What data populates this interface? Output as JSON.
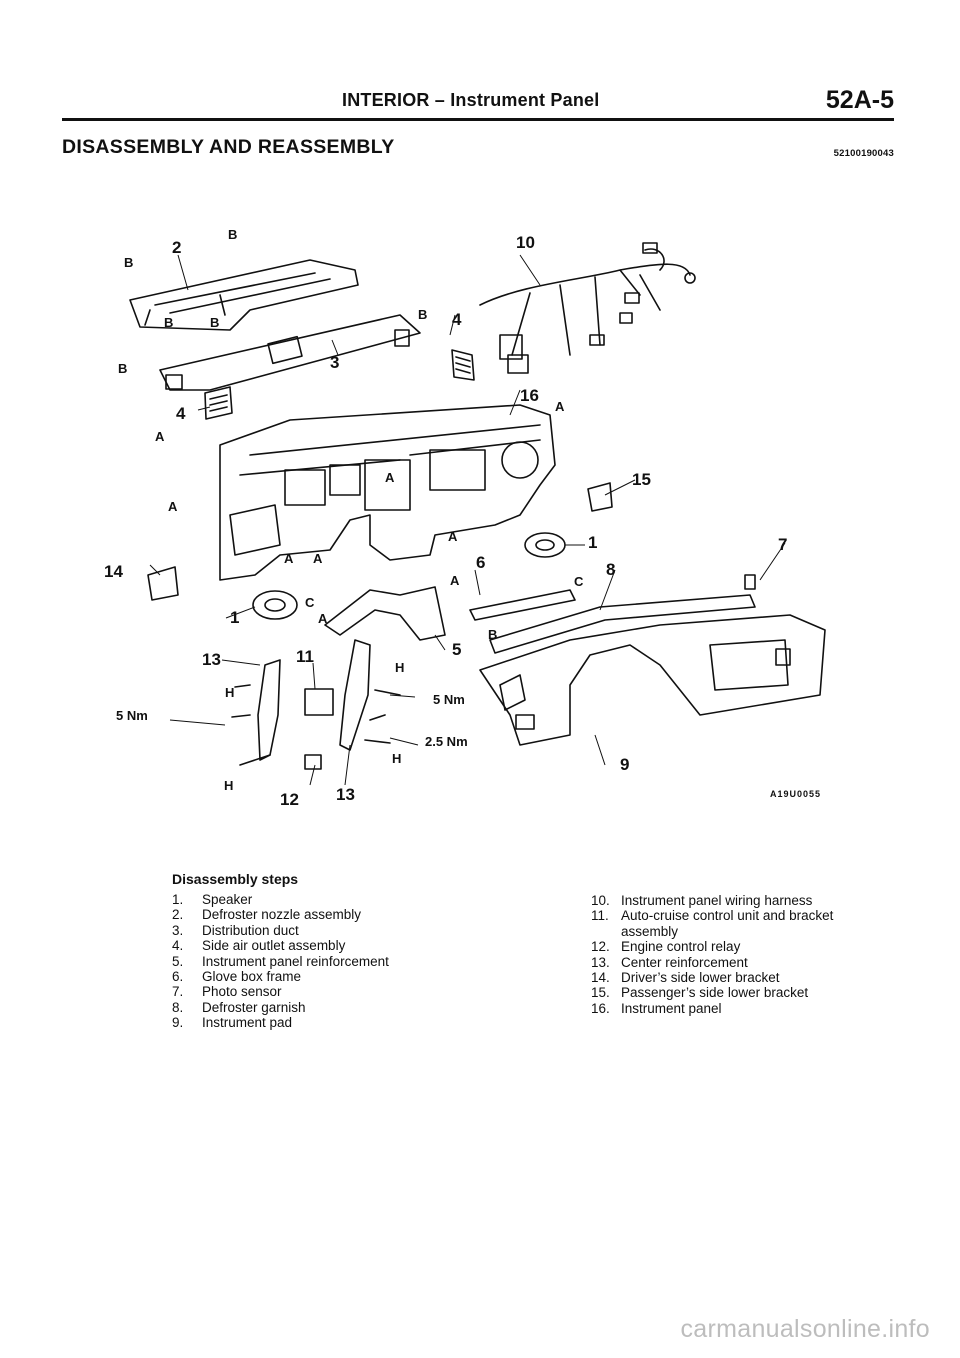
{
  "header": {
    "section": "INTERIOR – Instrument Panel",
    "page_number": "52A-5"
  },
  "heading": "DISASSEMBLY AND REASSEMBLY",
  "document_code": "52100190043",
  "figure": {
    "code": "A19U0055",
    "callouts": {
      "c1a": "1",
      "c1b": "1",
      "c2": "2",
      "c3": "3",
      "c4a": "4",
      "c4b": "4",
      "c5": "5",
      "c6": "6",
      "c7": "7",
      "c8": "8",
      "c9": "9",
      "c10": "10",
      "c11": "11",
      "c12": "12",
      "c13a": "13",
      "c13b": "13",
      "c14": "14",
      "c15": "15",
      "c16": "16"
    },
    "letters": {
      "A": "A",
      "B": "B",
      "C": "C",
      "H": "H"
    },
    "torques": {
      "t5a": "5 Nm",
      "t5b": "5 Nm",
      "t25": "2.5 Nm"
    }
  },
  "steps": {
    "title": "Disassembly steps",
    "left": [
      {
        "num": "1.",
        "label": "Speaker"
      },
      {
        "num": "2.",
        "label": "Defroster nozzle assembly"
      },
      {
        "num": "3.",
        "label": "Distribution duct"
      },
      {
        "num": "4.",
        "label": "Side air outlet assembly"
      },
      {
        "num": "5.",
        "label": "Instrument panel reinforcement"
      },
      {
        "num": "6.",
        "label": "Glove box frame"
      },
      {
        "num": "7.",
        "label": "Photo sensor"
      },
      {
        "num": "8.",
        "label": "Defroster garnish"
      },
      {
        "num": "9.",
        "label": "Instrument pad"
      }
    ],
    "right": [
      {
        "num": "10.",
        "label": "Instrument panel wiring harness"
      },
      {
        "num": "11.",
        "label": "Auto-cruise control unit and bracket assembly"
      },
      {
        "num": "12.",
        "label": "Engine control relay"
      },
      {
        "num": "13.",
        "label": "Center reinforcement"
      },
      {
        "num": "14.",
        "label": "Driver’s side lower bracket"
      },
      {
        "num": "15.",
        "label": "Passenger’s side lower bracket"
      },
      {
        "num": "16.",
        "label": "Instrument panel"
      }
    ]
  },
  "watermark": "carmanualsonline.info"
}
